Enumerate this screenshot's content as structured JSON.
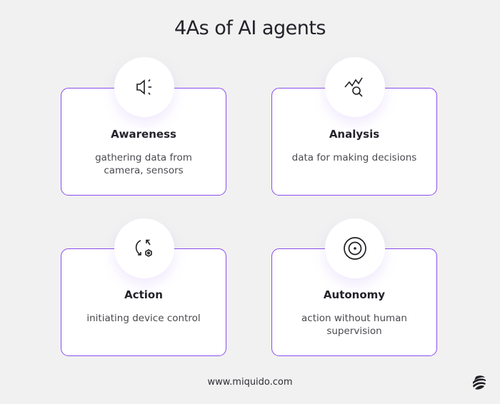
{
  "title": "4As of AI agents",
  "accent_color": "#8b4cf0",
  "cards": [
    {
      "title": "Awareness",
      "description": "gathering data from camera, sensors",
      "icon": "speaker-icon"
    },
    {
      "title": "Analysis",
      "description": "data for making decisions",
      "icon": "chart-search-icon"
    },
    {
      "title": "Action",
      "description": "initiating device control",
      "icon": "cycle-gear-icon"
    },
    {
      "title": "Autonomy",
      "description": "action without human supervision",
      "icon": "target-icon"
    }
  ],
  "footer": {
    "url": "www.miquido.com",
    "logo": "miquido-logo-icon"
  }
}
